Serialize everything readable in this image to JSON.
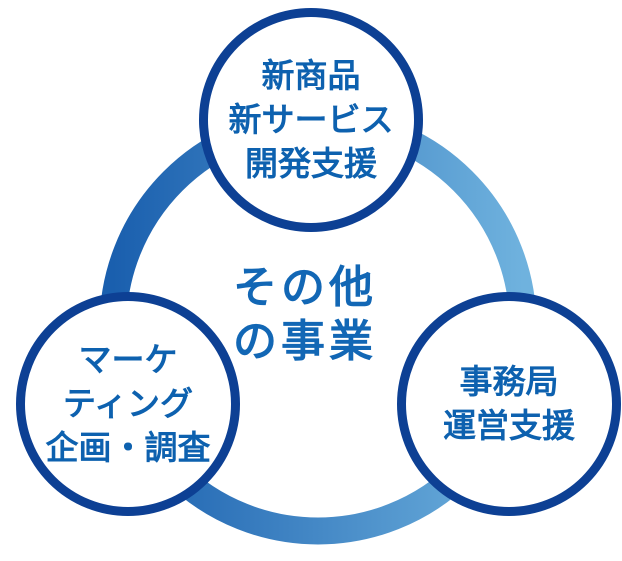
{
  "diagram": {
    "center_label": {
      "lines": [
        "その他",
        "の事業"
      ]
    },
    "nodes": [
      {
        "name": "new-product-service-development",
        "lines": [
          "新商品",
          "新サービス",
          "開発支援"
        ]
      },
      {
        "name": "marketing-planning-research",
        "lines": [
          "マーケ",
          "ティング",
          "企画・調査"
        ]
      },
      {
        "name": "secretariat-operation-support",
        "lines": [
          "事務局",
          "運営支援"
        ]
      }
    ],
    "colors": {
      "background": "#ffffff",
      "node_border": "#0d4094",
      "node_text": "#0d61af",
      "center_text": "#1267b5",
      "ring_gradient_left": "#1a5fae",
      "ring_gradient_right": "#6fb2de"
    }
  }
}
